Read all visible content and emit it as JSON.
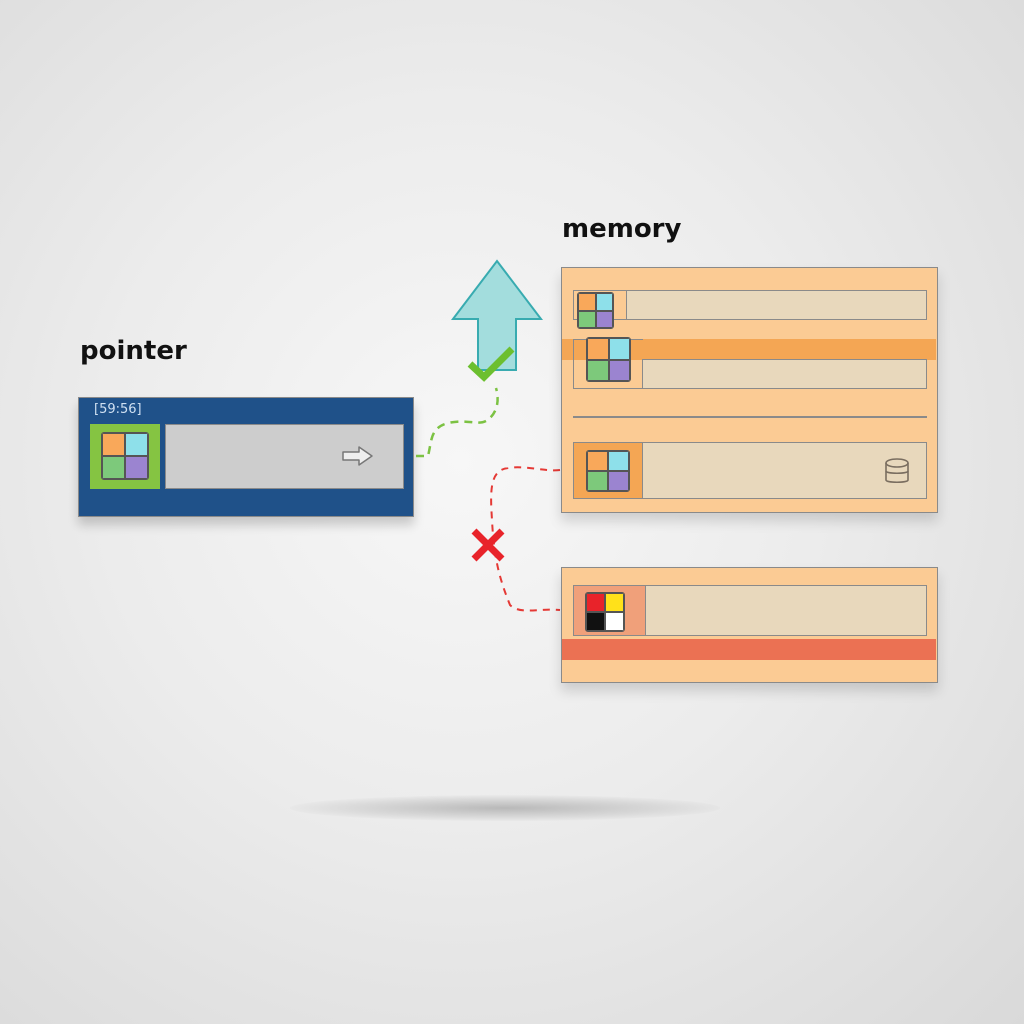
{
  "labels": {
    "pointer": "pointer",
    "memory": "memory"
  },
  "pointer": {
    "address": "[59:56]",
    "icon": "color-grid-icon",
    "action_icon": "arrow-right-icon",
    "colors": {
      "frame": "#1f5189",
      "icon_cell": "#85c442",
      "field": "#cdcdcd"
    }
  },
  "memory": {
    "slots": [
      {
        "id": "slot-1",
        "icon": "color-grid-icon",
        "state": "normal"
      },
      {
        "id": "slot-2",
        "icon": "color-grid-icon",
        "state": "highlighted"
      },
      {
        "id": "slot-3",
        "icon": "color-grid-icon",
        "state": "target",
        "trailing_icon": "database-icon"
      }
    ],
    "colors": {
      "panel": "#fbcb94",
      "highlight": "#f4a654",
      "field": "#e8d8bc"
    }
  },
  "invalid_block": {
    "icon": "invalid-color-grid-icon",
    "colors": {
      "panel": "#fbcb94",
      "band": "#eb7153",
      "icon_cell": "#f0a07a"
    }
  },
  "connectors": {
    "valid": {
      "style": "dashed",
      "color": "#7cc243",
      "marker": "check-icon",
      "arrow": "up-arrow-icon"
    },
    "invalid": {
      "style": "dashed",
      "color": "#e53935",
      "marker": "x-icon"
    }
  },
  "icon_grid_colors": {
    "valid": [
      "#f9a85a",
      "#8ee0ea",
      "#7dc97b",
      "#9b84d0"
    ],
    "invalid": [
      "#e8232a",
      "#ffe11a",
      "#111111",
      "#ffffff"
    ]
  }
}
